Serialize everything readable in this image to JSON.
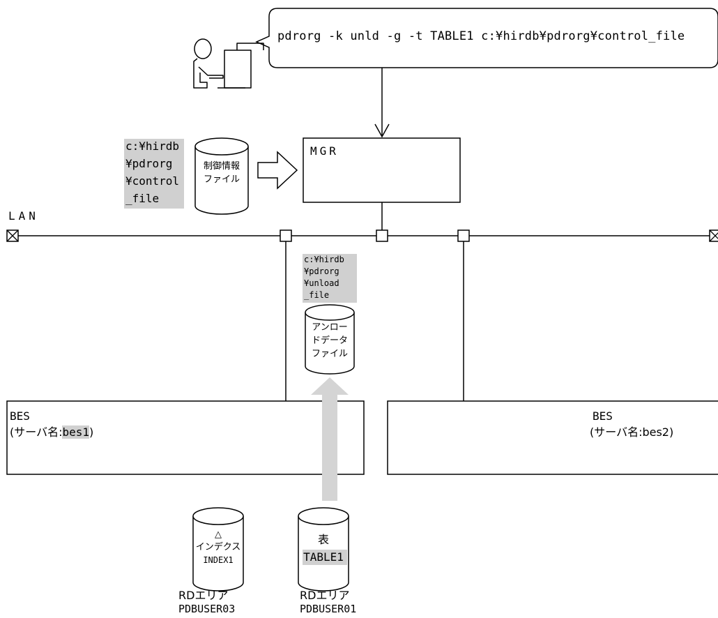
{
  "command": {
    "text": "pdrorg -k unld -g -t TABLE1 c:¥hirdb¥pdrorg¥control_file"
  },
  "control_file": {
    "path_lines": [
      "c:¥hirdb",
      "¥pdrorg",
      "¥control",
      "_file"
    ],
    "cylinder_lines": [
      "制御情報",
      "ファイル"
    ]
  },
  "mgr": {
    "label": "MGR"
  },
  "lan": {
    "label": "LAN"
  },
  "unload_file": {
    "path_lines": [
      "c:¥hirdb",
      "¥pdrorg",
      "¥unload",
      "_file"
    ],
    "cylinder_lines": [
      "アンロー",
      "ドデータ",
      "ファイル"
    ]
  },
  "bes1": {
    "title": "BES",
    "prefix": "(サーバ名:",
    "server": "bes1",
    "suffix": ")"
  },
  "bes2": {
    "title": "BES",
    "name_line": "(サーバ名:bes2)"
  },
  "index_area": {
    "mark": "△",
    "line1": "インデクス",
    "line2": "INDEX1",
    "rd_label": "RDエリア",
    "rd_name": "PDBUSER03"
  },
  "table_area": {
    "line1": "表",
    "line2": "TABLE1",
    "rd_label": "RDエリア",
    "rd_name": "PDBUSER01"
  },
  "colors": {
    "highlight": "#d0d0d0",
    "data_flow_arrow": "#d4d4d4",
    "stroke": "#000000"
  }
}
